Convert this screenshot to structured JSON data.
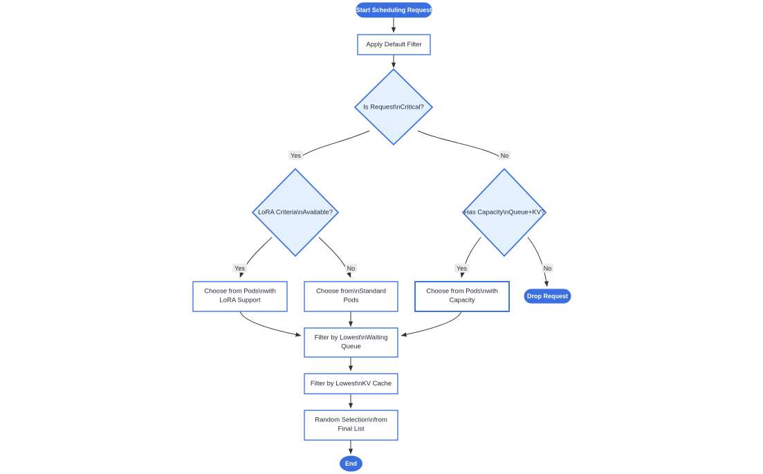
{
  "diagram": {
    "type": "flowchart",
    "title": "",
    "background_color": "#ffffff",
    "colors": {
      "terminal_fill": "#3b6fe0",
      "terminal_text": "#ffffff",
      "decision_fill": "#e4f1fd",
      "decision_stroke": "#3f74e0",
      "process_fill": "#ffffff",
      "process_stroke": "#3f74e0",
      "edge_stroke": "#333333",
      "edge_label_bg": "#ececec",
      "node_text": "#1f2733"
    },
    "nodes": {
      "start": {
        "label": "Start Scheduling Request",
        "shape": "pill"
      },
      "apply_default_filter": {
        "label": "Apply Default Filter",
        "shape": "rect"
      },
      "is_request_critical": {
        "label": "Is Request\\nCritical?",
        "shape": "diamond"
      },
      "lora_criteria_available": {
        "label": "LoRA Criteria\\nAvailable?",
        "shape": "diamond"
      },
      "has_capacity": {
        "label": "Has Capacity\\nQueue+KV?",
        "shape": "diamond"
      },
      "choose_lora_pods_line1": {
        "label": "Choose from Pods\\nwith",
        "shape": "rect"
      },
      "choose_lora_pods_line2": {
        "label": "LoRA Support",
        "shape": "rect"
      },
      "choose_standard_pods_line1": {
        "label": "Choose from\\nStandard",
        "shape": "rect"
      },
      "choose_standard_pods_line2": {
        "label": "Pods",
        "shape": "rect"
      },
      "choose_capacity_pods_line1": {
        "label": "Choose from Pods\\nwith",
        "shape": "rect"
      },
      "choose_capacity_pods_line2": {
        "label": "Capacity",
        "shape": "rect"
      },
      "drop_request": {
        "label": "Drop Request",
        "shape": "pill"
      },
      "filter_waiting_queue_line1": {
        "label": "Filter by Lowest\\nWaiting",
        "shape": "rect"
      },
      "filter_waiting_queue_line2": {
        "label": "Queue",
        "shape": "rect"
      },
      "filter_kv_cache": {
        "label": "Filter by Lowest\\nKV Cache",
        "shape": "rect"
      },
      "random_selection_line1": {
        "label": "Random Selection\\nfrom",
        "shape": "rect"
      },
      "random_selection_line2": {
        "label": "Final List",
        "shape": "rect"
      },
      "end": {
        "label": "End",
        "shape": "ellipse"
      }
    },
    "edge_labels": {
      "critical_yes": "Yes",
      "critical_no": "No",
      "lora_yes": "Yes",
      "lora_no": "No",
      "capacity_yes": "Yes",
      "capacity_no": "No"
    },
    "edges": [
      {
        "from": "start",
        "to": "apply_default_filter",
        "label": ""
      },
      {
        "from": "apply_default_filter",
        "to": "is_request_critical",
        "label": ""
      },
      {
        "from": "is_request_critical",
        "to": "lora_criteria_available",
        "label": "Yes"
      },
      {
        "from": "is_request_critical",
        "to": "has_capacity",
        "label": "No"
      },
      {
        "from": "lora_criteria_available",
        "to": "choose_lora_pods",
        "label": "Yes"
      },
      {
        "from": "lora_criteria_available",
        "to": "choose_standard_pods",
        "label": "No"
      },
      {
        "from": "has_capacity",
        "to": "choose_capacity_pods",
        "label": "Yes"
      },
      {
        "from": "has_capacity",
        "to": "drop_request",
        "label": "No"
      },
      {
        "from": "choose_lora_pods",
        "to": "filter_waiting_queue",
        "label": ""
      },
      {
        "from": "choose_standard_pods",
        "to": "filter_waiting_queue",
        "label": ""
      },
      {
        "from": "choose_capacity_pods",
        "to": "filter_waiting_queue",
        "label": ""
      },
      {
        "from": "filter_waiting_queue",
        "to": "filter_kv_cache",
        "label": ""
      },
      {
        "from": "filter_kv_cache",
        "to": "random_selection",
        "label": ""
      },
      {
        "from": "random_selection",
        "to": "end",
        "label": ""
      }
    ]
  }
}
